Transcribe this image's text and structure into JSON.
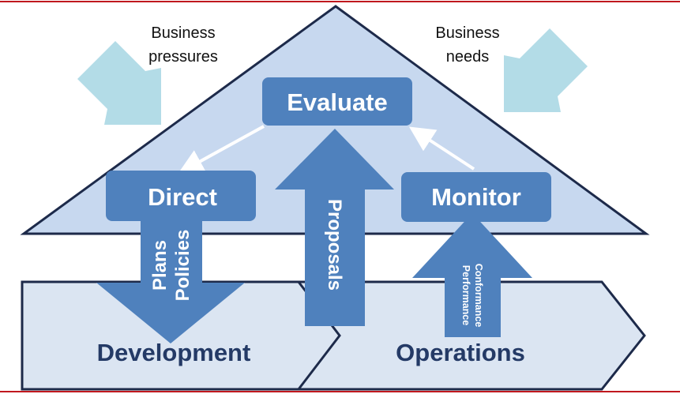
{
  "labels": {
    "business_pressures": [
      "Business",
      "pressures"
    ],
    "business_needs": [
      "Business",
      "needs"
    ],
    "evaluate": "Evaluate",
    "direct": "Direct",
    "monitor": "Monitor",
    "plans": "Plans",
    "policies": "Policies",
    "proposals": "Proposals",
    "performance": "Performance",
    "conformance": "Conformance",
    "development": "Development",
    "operations": "Operations"
  },
  "colors": {
    "triangle_fill": "#c7d8ef",
    "outline": "#1d2a4a",
    "box_fill": "#4f81bd",
    "input_arrow": "#b3dce7",
    "connector_arrow": "#ffffff",
    "process_fill": "#dbe5f2",
    "process_text": "#243a66",
    "frame": "#c0181e"
  }
}
